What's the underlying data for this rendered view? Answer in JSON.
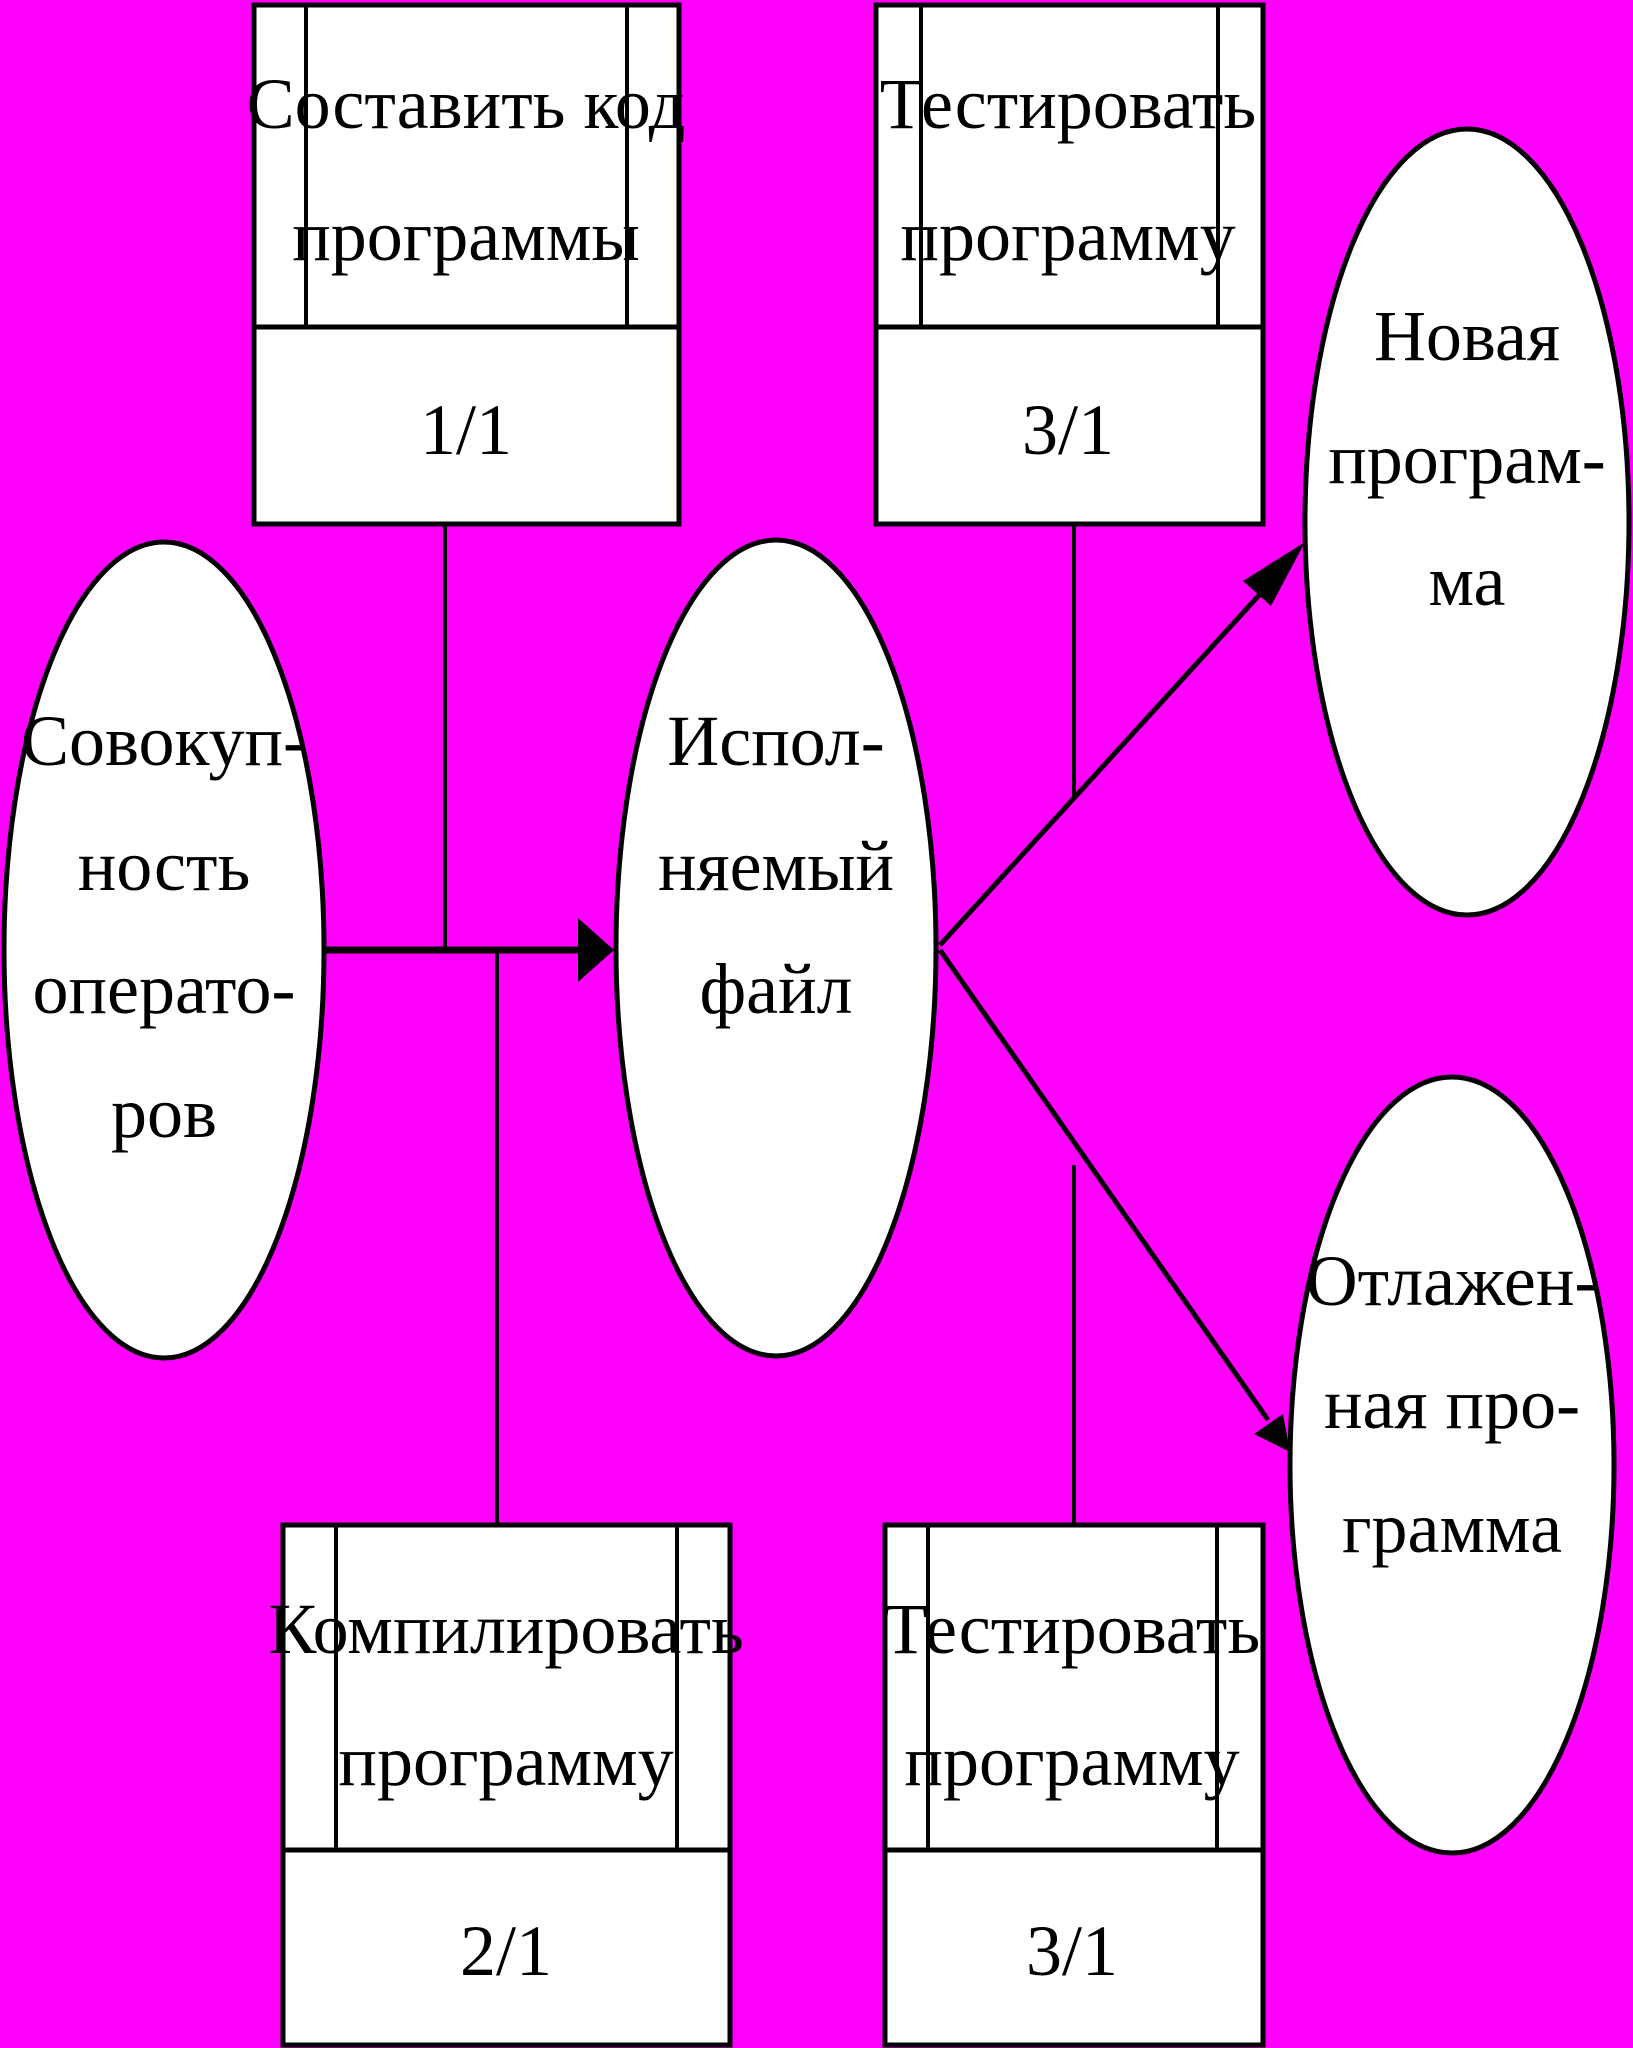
{
  "colors": {
    "background": "#FF00FF",
    "shape_fill": "#FFFFFF",
    "stroke": "#000000"
  },
  "processes": {
    "compose": {
      "title_lines": [
        "Составить код",
        "программы"
      ],
      "id": "1/1"
    },
    "compile": {
      "title_lines": [
        "Компилировать",
        "программу"
      ],
      "id": "2/1"
    },
    "test_top": {
      "title_lines": [
        "Тестировать",
        "программу"
      ],
      "id": "3/1"
    },
    "test_bottom": {
      "title_lines": [
        "Тестировать",
        "программу"
      ],
      "id": "3/1"
    }
  },
  "entities": {
    "operators": {
      "lines": [
        "Совокуп-",
        "ность",
        "операто-",
        "ров"
      ]
    },
    "executable": {
      "lines": [
        "Испол-",
        "няемый",
        "файл"
      ]
    },
    "new_program": {
      "lines": [
        "Новая",
        "програм-",
        "ма"
      ]
    },
    "debugged_program": {
      "lines": [
        "Отлажен-",
        "ная про-",
        "грамма"
      ]
    }
  }
}
